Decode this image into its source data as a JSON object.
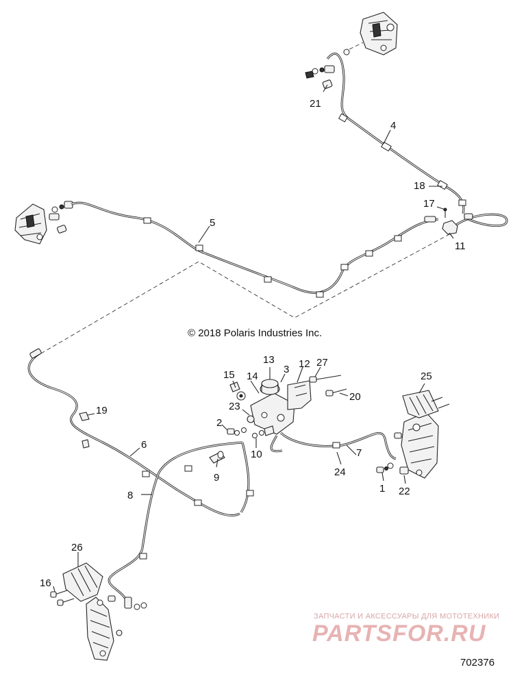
{
  "copyright": "© 2018 Polaris Industries Inc.",
  "diagram_id": "702376",
  "watermark": {
    "tagline": "ЗАПЧАСТИ И АКСЕССУАРЫ ДЛЯ МОТОТЕХНИКИ",
    "brand": "PARTSFOR.RU"
  },
  "callouts": {
    "c1": "1",
    "c2": "2",
    "c3": "3",
    "c4": "4",
    "c5": "5",
    "c6": "6",
    "c7": "7",
    "c8": "8",
    "c9": "9",
    "c10": "10",
    "c11": "11",
    "c12": "12",
    "c13": "13",
    "c14": "14",
    "c15": "15",
    "c16": "16",
    "c17": "17",
    "c18": "18",
    "c19": "19",
    "c20": "20",
    "c21": "21",
    "c22": "22",
    "c23": "23",
    "c24": "24",
    "c25": "25",
    "c26": "26",
    "c27": "27"
  },
  "colors": {
    "line": "#222222",
    "watermark": "#e7b3b3"
  }
}
